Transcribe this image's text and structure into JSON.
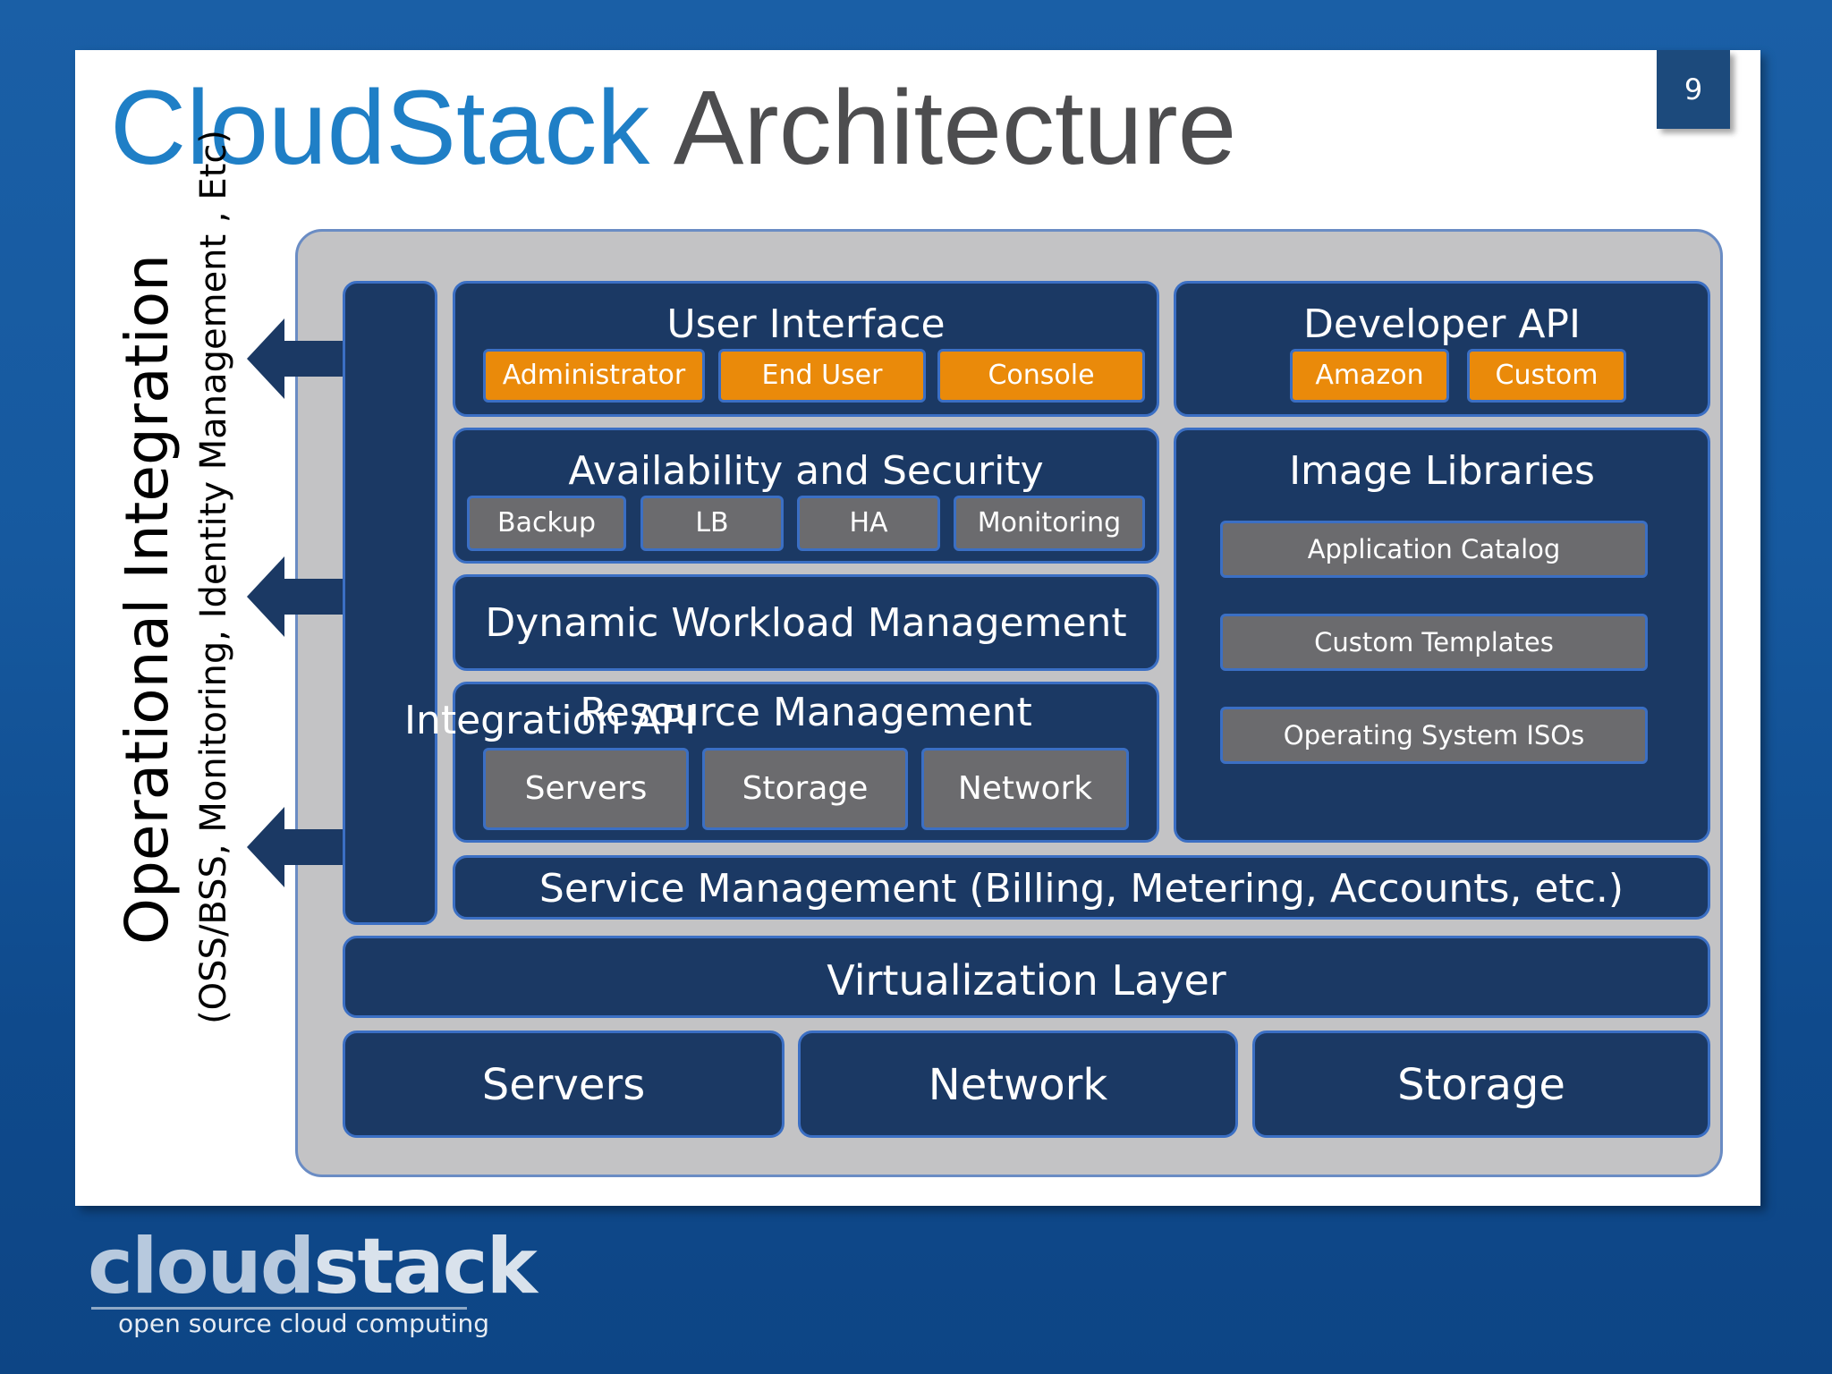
{
  "slide": {
    "page_number": "9",
    "title_part1": "CloudStack",
    "title_part2": "Architecture"
  },
  "side": {
    "main": "Operational Integration",
    "sub": "(OSS/BSS, Monitoring, Identity Management , Etc)"
  },
  "integration": {
    "label": "Integration API"
  },
  "user_interface": {
    "title": "User Interface",
    "items": [
      "Administrator",
      "End User",
      "Console"
    ]
  },
  "developer_api": {
    "title": "Developer API",
    "items": [
      "Amazon",
      "Custom"
    ]
  },
  "availability": {
    "title": "Availability and Security",
    "items": [
      "Backup",
      "LB",
      "HA",
      "Monitoring"
    ]
  },
  "image_libraries": {
    "title": "Image Libraries",
    "items": [
      "Application Catalog",
      "Custom Templates",
      "Operating System ISOs"
    ]
  },
  "dynamic_workload": {
    "title": "Dynamic Workload Management"
  },
  "resource_management": {
    "title": "Resource Management",
    "items": [
      "Servers",
      "Storage",
      "Network"
    ]
  },
  "service_management": {
    "title": "Service Management (Billing, Metering, Accounts, etc.)"
  },
  "virtualization": {
    "title": "Virtualization Layer"
  },
  "hardware": {
    "items": [
      "Servers",
      "Network",
      "Storage"
    ]
  },
  "logo": {
    "part1": "cloud",
    "part2": "stack",
    "tagline": "open source cloud computing"
  },
  "colors": {
    "background": "#1a5fa6",
    "block": "#1b3964",
    "block_border": "#3b6fc4",
    "orange": "#ea8a0a",
    "gray_chip": "#6b6b6e",
    "title_blue": "#1f7fc6",
    "title_gray": "#4d4d4f"
  }
}
